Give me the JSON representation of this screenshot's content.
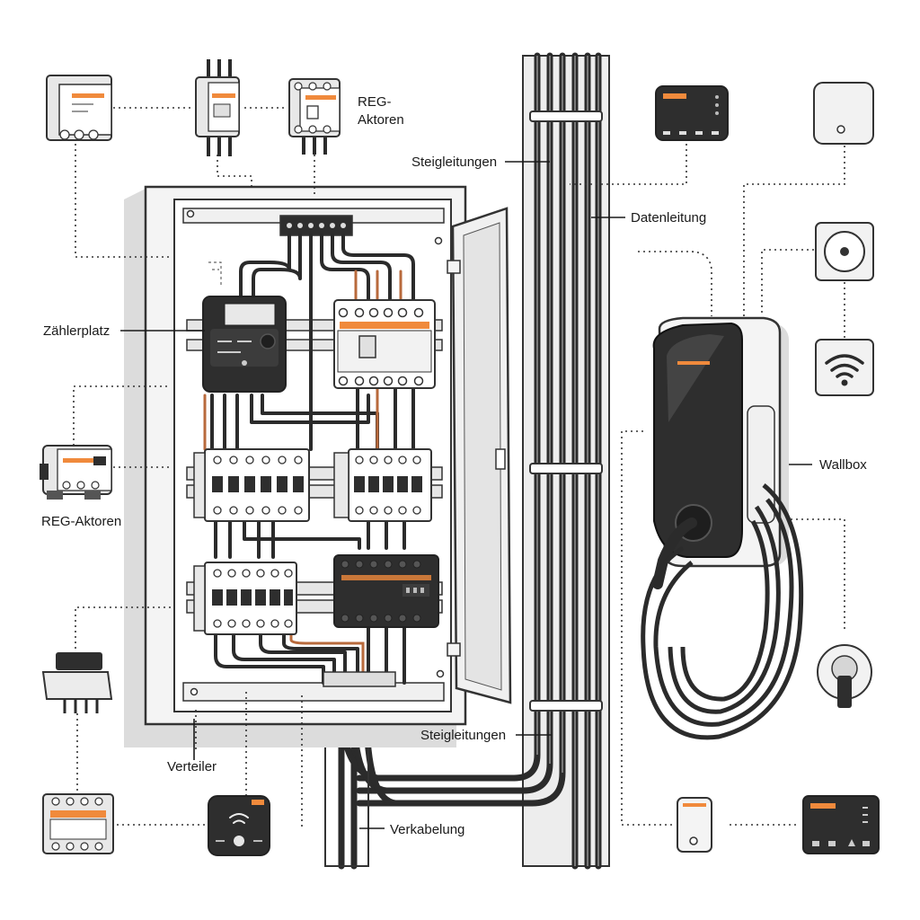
{
  "labels": {
    "reg_aktoren_top_line1": "REG-",
    "reg_aktoren_top_line2": "Aktoren",
    "steigleitungen_top": "Steigleitungen",
    "datenleitung": "Datenleitung",
    "zaehlerplatz": "Zählerplatz",
    "wallbox": "Wallbox",
    "reg_aktoren_left": "REG-Aktoren",
    "verteiler": "Verteiler",
    "steigleitungen_bottom": "Steigleitungen",
    "verkabelung": "Verkabelung"
  },
  "colors": {
    "accent": "#f08a3c",
    "cable": "#2b2b2b",
    "device_dark": "#2e2e2e",
    "cabinet": "#f4f4f4",
    "shadow": "#dcdcdc",
    "copper": "#b86a3c"
  },
  "icons": {
    "top_devices": [
      "din-rail-module-icon",
      "din-rail-contactor-icon",
      "din-rail-relay-icon"
    ],
    "right_devices": [
      "smart-display-icon",
      "motion-sensor-icon",
      "socket-icon",
      "wifi-icon",
      "plug-icon",
      "remote-control-icon",
      "control-panel-icon"
    ],
    "left_devices": [
      "reg-actuator-icon",
      "terminal-block-icon",
      "din-module-icon"
    ],
    "bottom_devices": [
      "voice-assistant-icon"
    ]
  }
}
